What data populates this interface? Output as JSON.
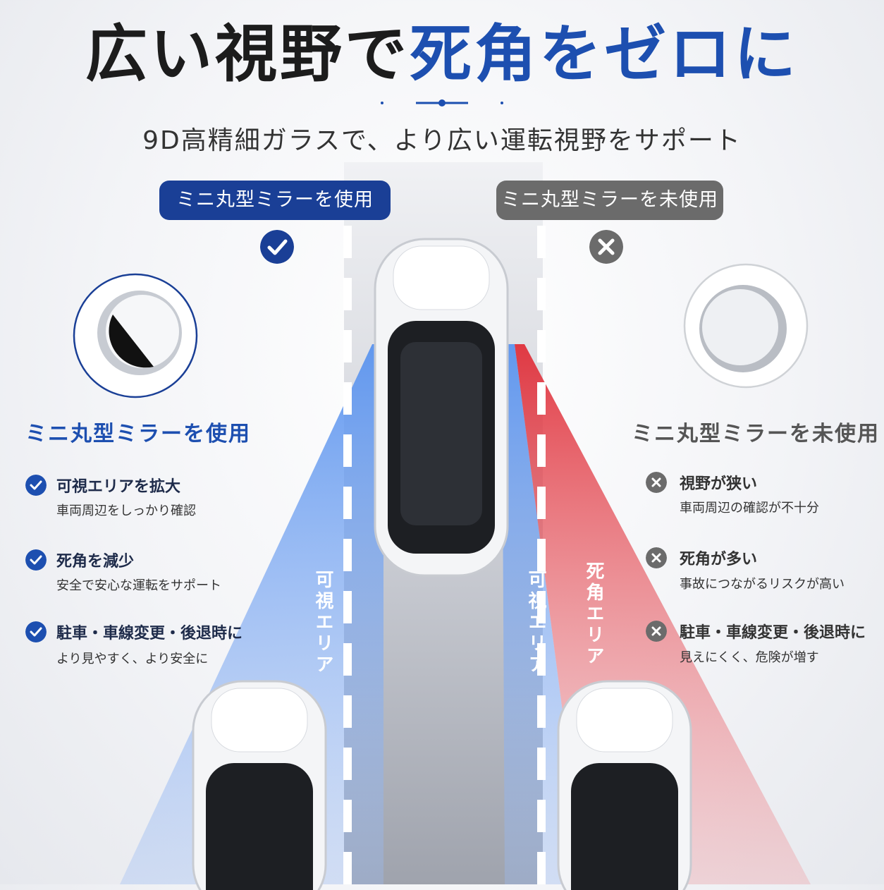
{
  "headline": {
    "part1": "広い視野で",
    "part2": "死角をゼロに"
  },
  "subtitle": "9D高精細ガラスで、より広い運転視野をサポート",
  "left": {
    "pill": "ミニ丸型ミラーを使用",
    "title": "ミニ丸型ミラーを使用",
    "items": [
      {
        "head": "可視エリアを拡大",
        "sub": "車両周辺をしっかり確認"
      },
      {
        "head": "死角を減少",
        "sub": "安全で安心な運転をサポート"
      },
      {
        "head": "駐車・車線変更・後退時に",
        "sub": "より見やすく、より安全に"
      }
    ],
    "zone_label": "可視エリア"
  },
  "right": {
    "pill": "ミニ丸型ミラーを未使用",
    "title": "ミニ丸型ミラーを未使用",
    "items": [
      {
        "head": "視野が狭い",
        "sub": "車両周辺の確認が不十分"
      },
      {
        "head": "死角が多い",
        "sub": "事故につながるリスクが高い"
      },
      {
        "head": "駐車・車線変更・後退時に",
        "sub": "見えにくく、危険が増す"
      }
    ],
    "zone_label_visible": "可視エリア",
    "zone_label_blind": "死角エリア"
  },
  "colors": {
    "brand_blue": "#1d4fb0",
    "pill_blue": "#1a3f96",
    "pill_gray": "#6b6b6b",
    "blind_red": "#e0303a",
    "visible_blue": "#3f7fe6"
  },
  "icons": [
    "check-circle-icon",
    "cross-circle-icon",
    "round-mirror-image",
    "car-image"
  ]
}
